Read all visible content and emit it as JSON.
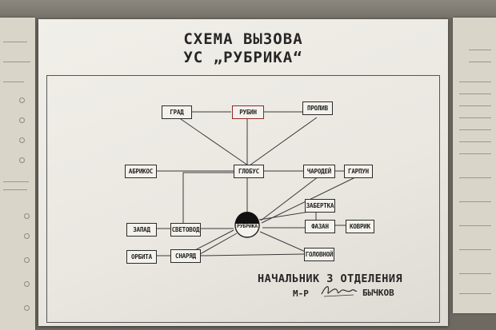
{
  "title": {
    "line1": "СХЕМА ВЫЗОВА",
    "line2": "УС „РУБРИКА“"
  },
  "nodes": {
    "grad": "ГРАД",
    "rubin": "РУБИН",
    "proliv": "ПРОЛИВ",
    "abrikos": "АБРИКОС",
    "globus": "ГЛОБУС",
    "charodei": "ЧАРОДЕЙ",
    "garpun": "ГАРПУН",
    "zabertka": "ЗАБЕРТКА",
    "zapad": "ЗАПАД",
    "svetovod": "СВЕТОВОД",
    "rubrika": "РУБРИКА",
    "fazan": "ФАЗАН",
    "kovrik": "КОВРИК",
    "orbita": "ОРБИТА",
    "snaryad": "СНАРЯД",
    "golovnoi": "ГОЛОВНОЙ"
  },
  "signature": {
    "role": "НАЧАЛЬНИК 3 ОТДЕЛЕНИЯ",
    "rank": "М-Р",
    "name": "БЫЧКОВ"
  },
  "colors": {
    "poster": "#efede6",
    "ink": "#262626",
    "accent_red": "#8a2a2a"
  }
}
